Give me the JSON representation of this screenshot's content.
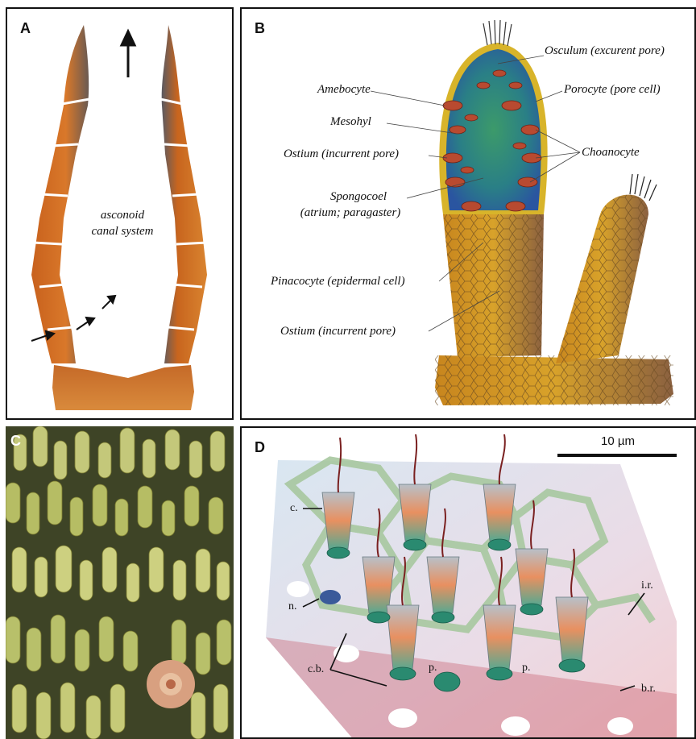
{
  "panel_a": {
    "letter": "A",
    "caption_line1": "asconoid",
    "caption_line2": "canal system"
  },
  "panel_b": {
    "letter": "B",
    "labels": {
      "osculum": "Osculum (excurent pore)",
      "amebocyte": "Amebocyte",
      "porocyte": "Porocyte (pore cell)",
      "mesohyl": "Mesohyl",
      "ostium_upper": "Ostium (incurrent pore)",
      "choanocyte": "Choanocyte",
      "spongocoel_line1": "Spongocoel",
      "spongocoel_line2": "(atrium; paragaster)",
      "pinacocyte": "Pinacocyte (epidermal cell)",
      "ostium_lower": "Ostium (incurrent pore)"
    }
  },
  "panel_c": {
    "letter": "C"
  },
  "panel_d": {
    "letter": "D",
    "scale_label": "10 µm",
    "labels": {
      "c": "c.",
      "n": "n.",
      "cb": "c.b.",
      "p1": "p.",
      "p2": "p.",
      "ir": "i.r.",
      "br": "b.r."
    }
  }
}
